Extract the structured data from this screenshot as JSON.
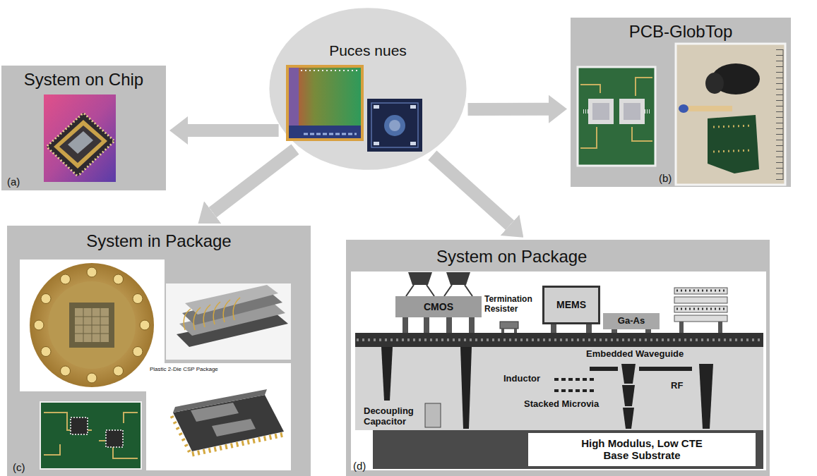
{
  "diagram": {
    "nodes": [
      {
        "text": [
          "System on Chip",
          "(a)"
        ]
      },
      {
        "text": [
          "Puces nues"
        ]
      },
      {
        "text": [
          "PCB-GlobTop",
          "(b)"
        ]
      },
      {
        "text": [
          "System in Package",
          "(c)"
        ]
      },
      {
        "text": [
          "System on Package",
          "(d)"
        ]
      },
      {
        "text": [
          "CMOS"
        ],
        "in": 4
      },
      {
        "text": [
          "MEMS"
        ],
        "in": 4
      },
      {
        "text": [
          "Ga-As"
        ],
        "in": 4
      },
      {
        "text": [
          "High Modulus, Low CTE Base Substrate"
        ],
        "in": 4
      }
    ],
    "edges": [
      {
        "from": 1,
        "to": 0,
        "arrow": "to"
      },
      {
        "from": 1,
        "to": 2,
        "arrow": "to"
      },
      {
        "from": 1,
        "to": 3,
        "arrow": "to"
      },
      {
        "from": 1,
        "to": 4,
        "arrow": "to"
      }
    ],
    "labels": [
      "Plastic 2-Die CSP Package",
      "Termination Resister",
      "Embedded Waveguide",
      "Inductor",
      "RF",
      "Decoupling Capacitor",
      "Stacked Microvia"
    ]
  }
}
